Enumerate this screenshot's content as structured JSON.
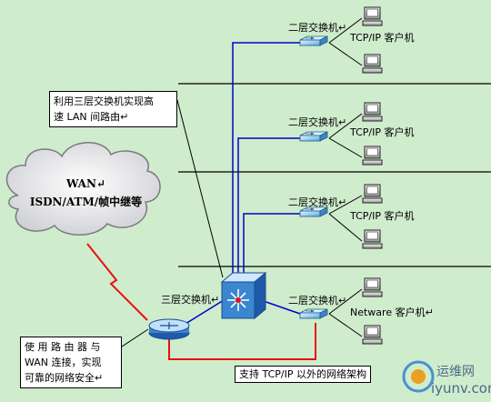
{
  "wan_cloud": {
    "line1": "WAN↵",
    "line2": "ISDN/ATM/帧中继等"
  },
  "segments": [
    {
      "switch_label": "二层交换机↵",
      "client_label": "TCP/IP 客户机"
    },
    {
      "switch_label": "二层交换机↵",
      "client_label": "TCP/IP 客户机"
    },
    {
      "switch_label": "二层交换机↵",
      "client_label": "TCP/IP 客户机"
    },
    {
      "switch_label": "二层交换机↵",
      "client_label": "Netware 客户机↵"
    }
  ],
  "core_switch_label": "三层交换机↵",
  "callouts": {
    "routing": {
      "line1": "利用三层交换机实现高",
      "line2": "速 LAN 间路由↵"
    },
    "router": {
      "line1": "使 用 路 由 器 与",
      "line2": "WAN 连接，实现",
      "line3": "可靠的网络安全↵"
    },
    "non_tcpip": "支持 TCP/IP 以外的网络架构"
  },
  "watermark": {
    "text": "运维网",
    "url": "iyunv.com"
  },
  "colors": {
    "background": "#cfeccc",
    "blue_link": "#0000cc",
    "red_link": "#e81010",
    "wan_link": "#e81010"
  }
}
